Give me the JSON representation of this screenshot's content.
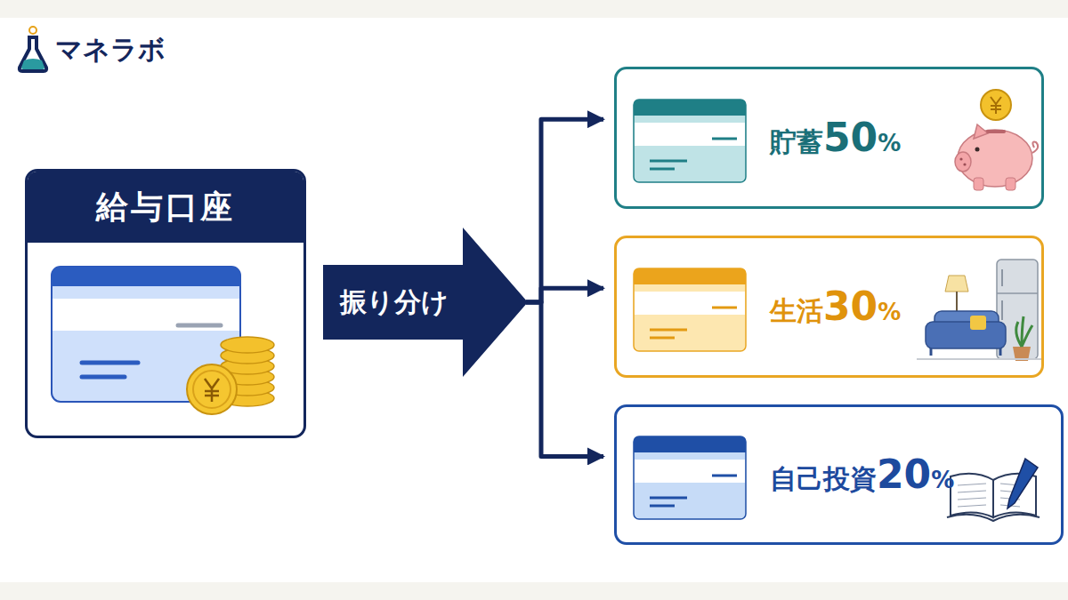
{
  "diagram": {
    "nodes": [
      {
        "text": [
          "給与口座"
        ]
      },
      {
        "text": [
          "振り分け"
        ]
      },
      {
        "text": [
          "貯蓄50%"
        ]
      },
      {
        "text": [
          "生活30%"
        ]
      },
      {
        "text": [
          "自己投資20%"
        ]
      }
    ],
    "edges": [
      {
        "from": 1,
        "to": 2,
        "arrow": "to"
      },
      {
        "from": 1,
        "to": 3,
        "arrow": "to"
      },
      {
        "from": 1,
        "to": 4,
        "arrow": "to"
      }
    ],
    "labels": [
      "マネラボ"
    ]
  }
}
